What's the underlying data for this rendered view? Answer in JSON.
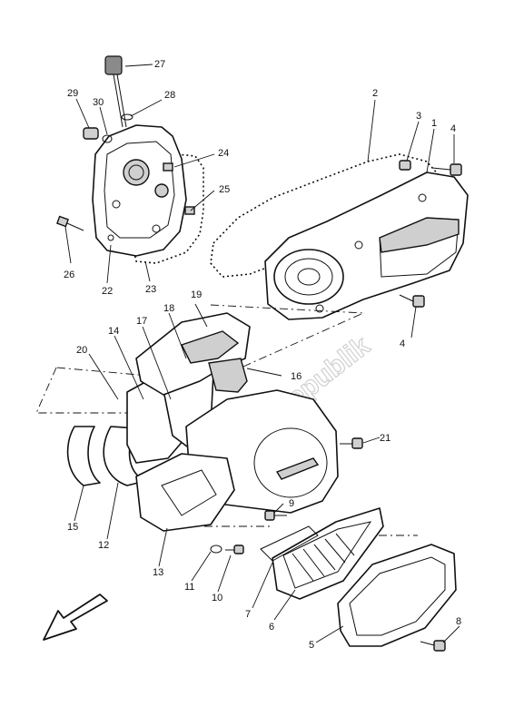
{
  "watermark": "PartsRepublik",
  "callouts": {
    "c1": "1",
    "c2": "2",
    "c3": "3",
    "c4a": "4",
    "c4b": "4",
    "c5": "5",
    "c6": "6",
    "c7": "7",
    "c8": "8",
    "c9": "9",
    "c10": "10",
    "c11": "11",
    "c12": "12",
    "c13": "13",
    "c15": "15",
    "c16": "16",
    "c17": "17",
    "c18": "18",
    "c19": "19",
    "c20": "20",
    "c21": "21",
    "c22": "22",
    "c23": "23",
    "c24": "24",
    "c25": "25",
    "c26": "26",
    "c27": "27",
    "c28": "28",
    "c29": "29",
    "c30": "30",
    "c14": "14"
  },
  "icons": {
    "front_arrow": "front-direction-arrow-icon"
  }
}
